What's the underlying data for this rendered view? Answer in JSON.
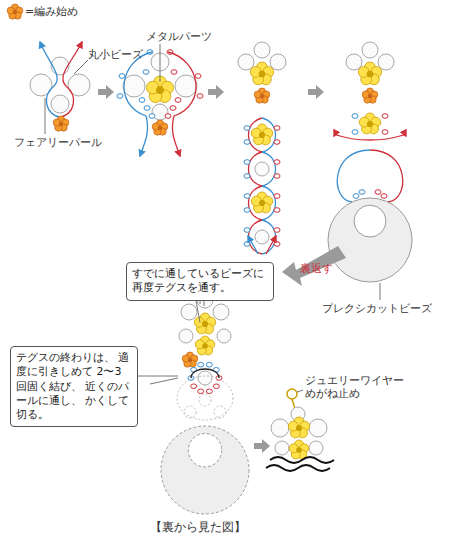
{
  "diagram": {
    "nodes": [
      {
        "text": [
          "すでに通しているビーズに 再度テグスを通す。"
        ]
      },
      {
        "text": [
          "テグスの終わりは、 適度に引きしめて 2〜3回固く結び、 近くのパールに通し、 かくして切る。"
        ]
      }
    ],
    "labels": [
      "=編み始め",
      "メタルパーツ",
      "丸小ビーズ",
      "フェアリーパール",
      "裏返す",
      "プレクシカットビーズ",
      "ジュエリーワイヤー めがね止め",
      "【裏から見た図】"
    ]
  }
}
